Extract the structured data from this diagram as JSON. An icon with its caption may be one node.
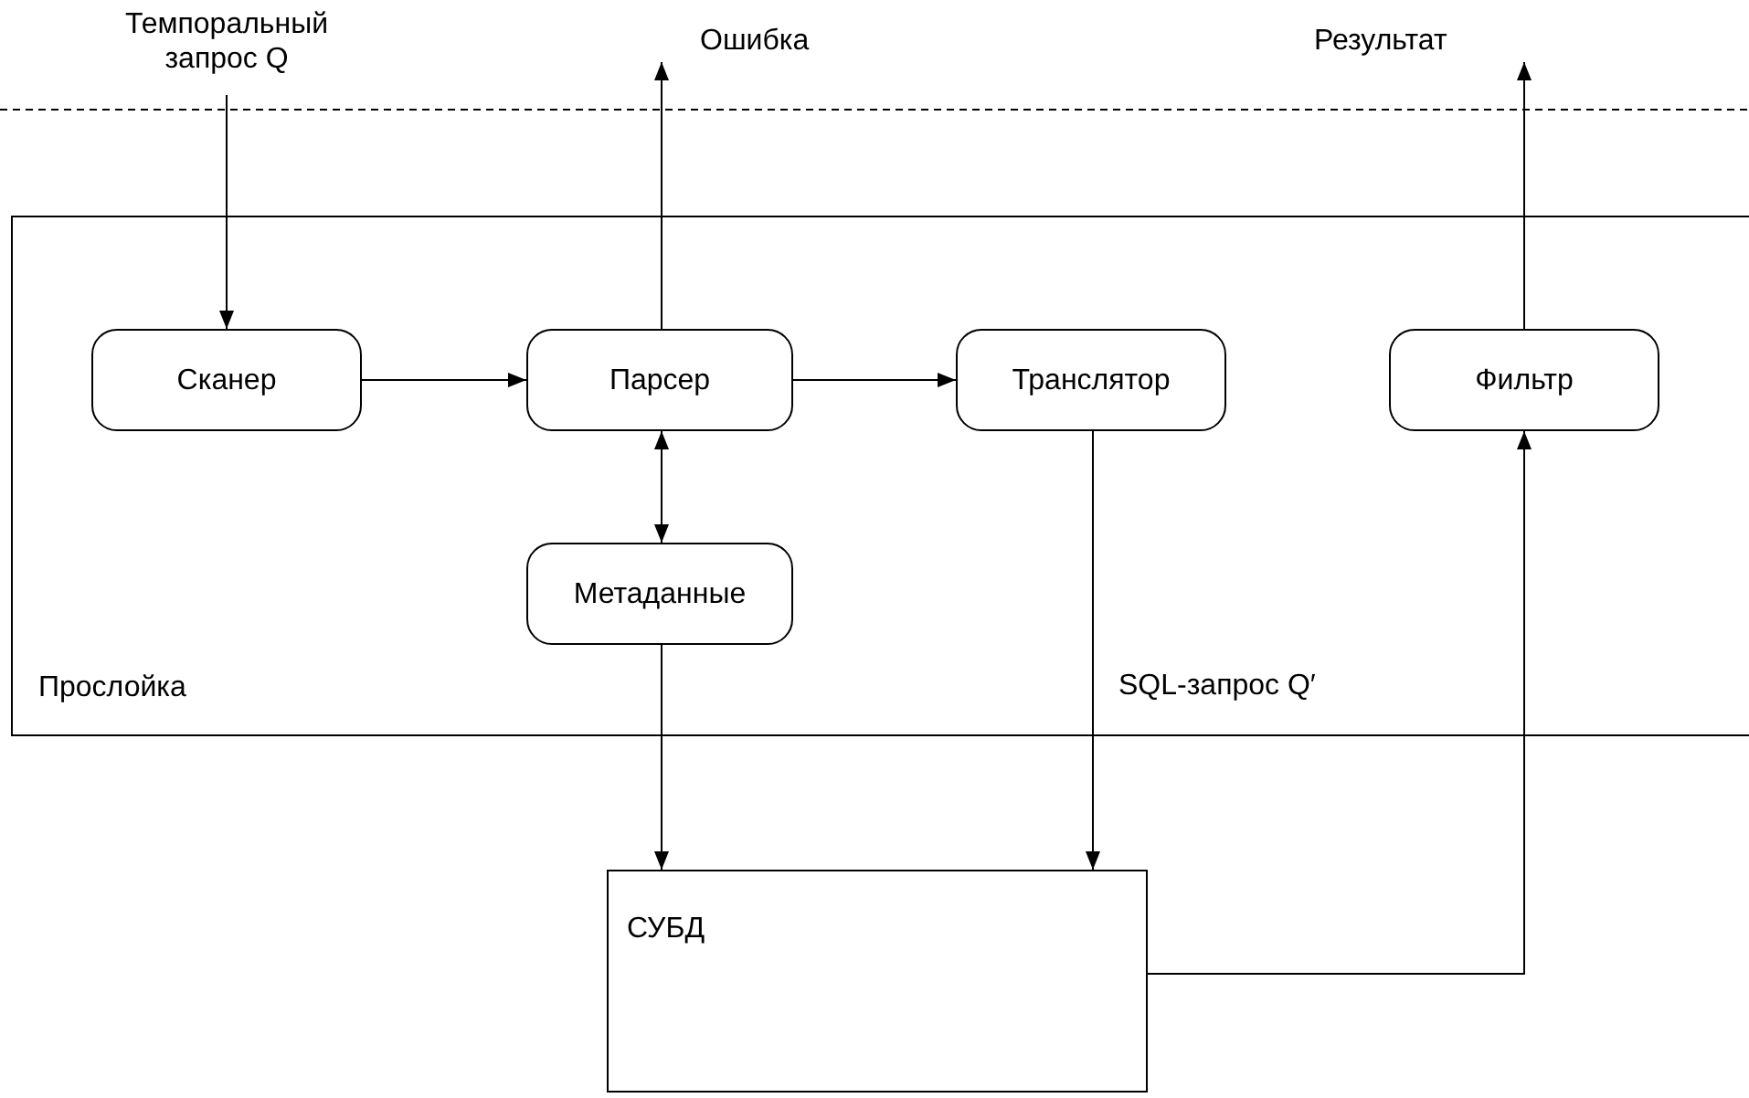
{
  "diagram": {
    "nodes": [
      {
        "text": [
          "Темпоральный запрос Q"
        ]
      },
      {
        "text": [
          "Ошибка"
        ]
      },
      {
        "text": [
          "Результат"
        ]
      },
      {
        "text": [
          "Прослойка"
        ]
      },
      {
        "text": [
          "Сканер"
        ],
        "in": 3
      },
      {
        "text": [
          "Парсер"
        ],
        "in": 3
      },
      {
        "text": [
          "Транслятор"
        ],
        "in": 3
      },
      {
        "text": [
          "Фильтр"
        ],
        "in": 3
      },
      {
        "text": [
          "Метаданные"
        ],
        "in": 3
      },
      {
        "text": [
          "СУБД"
        ]
      }
    ],
    "edges": [
      {
        "from": 0,
        "to": 4,
        "arrow": "to"
      },
      {
        "from": 4,
        "to": 5,
        "arrow": "to"
      },
      {
        "from": 5,
        "to": 1,
        "arrow": "to"
      },
      {
        "from": 5,
        "to": 6,
        "arrow": "to"
      },
      {
        "from": 5,
        "to": 8,
        "arrow": "both"
      },
      {
        "from": 8,
        "to": 9,
        "arrow": "to"
      },
      {
        "from": 6,
        "to": 9,
        "arrow": "to",
        "label": "SQL-запрос Q′"
      },
      {
        "from": 9,
        "to": 7,
        "arrow": "to"
      },
      {
        "from": 7,
        "to": 2,
        "arrow": "to"
      }
    ]
  }
}
